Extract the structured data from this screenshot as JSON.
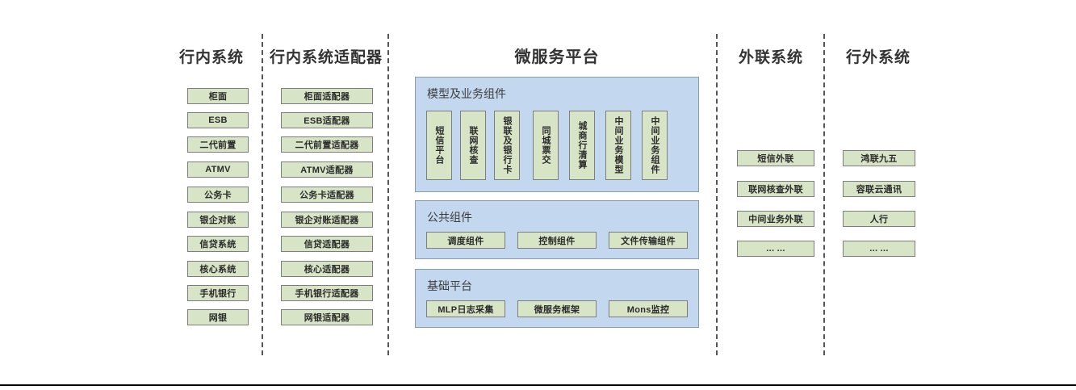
{
  "diagram": {
    "columns": [
      {
        "id": "inbank-systems",
        "title": "行内系统",
        "items": [
          "柜面",
          "ESB",
          "二代前置",
          "ATMV",
          "公务卡",
          "银企对账",
          "信贷系统",
          "核心系统",
          "手机银行",
          "网银"
        ]
      },
      {
        "id": "inbank-adapters",
        "title": "行内系统适配器",
        "items": [
          "柜面适配器",
          "ESB适配器",
          "二代前置适配器",
          "ATMV适配器",
          "公务卡适配器",
          "银企对账适配器",
          "信贷适配器",
          "核心适配器",
          "手机银行适配器",
          "网银适配器"
        ]
      },
      {
        "id": "microservice-platform",
        "title": "微服务平台",
        "panels": [
          {
            "id": "model-business-components",
            "title": "模型及业务组件",
            "items": [
              "短信平台",
              "联网核查",
              "银联及银行卡",
              "同城票交",
              "城商行清算",
              "中间业务模型",
              "中间业务组件"
            ]
          },
          {
            "id": "public-components",
            "title": "公共组件",
            "items": [
              "调度组件",
              "控制组件",
              "文件传输组件"
            ]
          },
          {
            "id": "base-platform",
            "title": "基础平台",
            "items": [
              "MLP日志采集",
              "微服务框架",
              "Mons监控"
            ]
          }
        ]
      },
      {
        "id": "external-link-systems",
        "title": "外联系统",
        "items": [
          "短信外联",
          "联网核查外联",
          "中间业务外联",
          "... ..."
        ]
      },
      {
        "id": "outbank-systems",
        "title": "行外系统",
        "items": [
          "鸿联九五",
          "容联云通讯",
          "人行",
          "... ..."
        ]
      }
    ],
    "colors": {
      "node_fill": "#d7e4c6",
      "node_border": "#7d7d7d",
      "panel_fill": "#c3d7ee",
      "panel_border": "#8c9bab",
      "separator": "#555555",
      "text": "#333333",
      "background": "#ffffff"
    }
  }
}
